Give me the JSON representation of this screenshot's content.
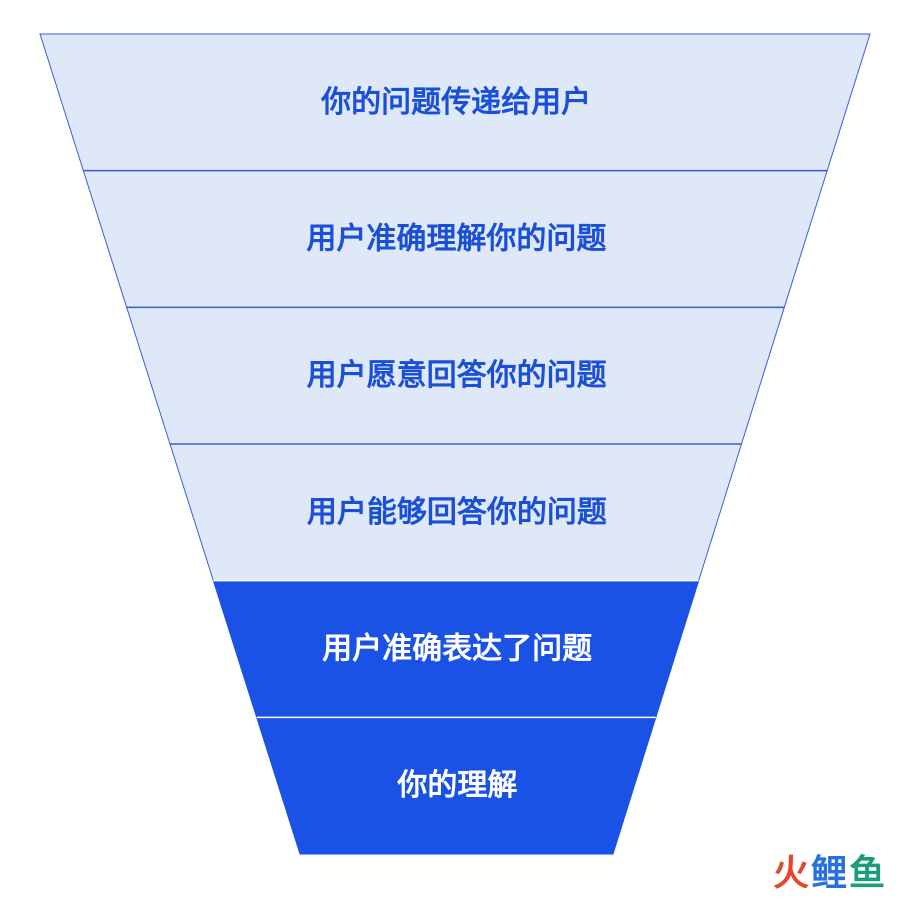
{
  "funnel": {
    "levels": [
      {
        "label": "你的问题传递给用户",
        "style": "light"
      },
      {
        "label": "用户准确理解你的问题",
        "style": "light"
      },
      {
        "label": "用户愿意回答你的问题",
        "style": "light"
      },
      {
        "label": "用户能够回答你的问题",
        "style": "light"
      },
      {
        "label": "用户准确表达了问题",
        "style": "dark"
      },
      {
        "label": "你的理解",
        "style": "dark"
      }
    ],
    "colors": {
      "light_fill": "#dfe8f9",
      "light_text": "#1a4fd8",
      "dark_fill": "#1a52e6",
      "dark_text": "#ffffff",
      "edge": "#3a5fd6",
      "divider": "#ffffff"
    }
  },
  "watermark": {
    "part1": "火",
    "part2": "鲤",
    "part3": "鱼"
  }
}
